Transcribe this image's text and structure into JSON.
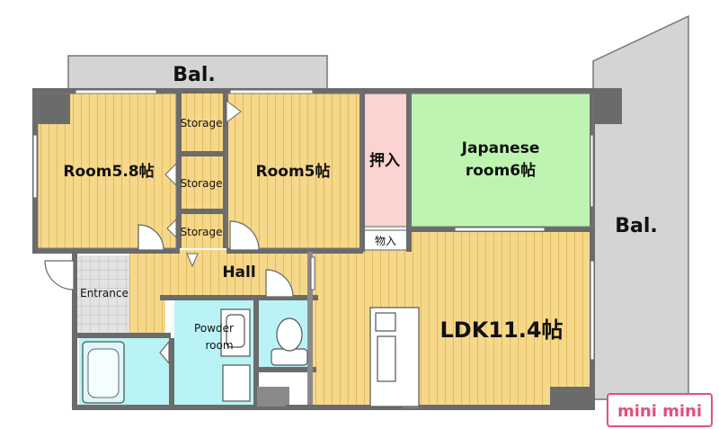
{
  "balcony_top": "Bal.",
  "balcony_right": "Bal.",
  "rooms": {
    "room_a": "Room5.8帖",
    "room_b": "Room5帖",
    "japanese_line1": "Japanese",
    "japanese_line2": "room6帖",
    "ldk": "LDK11.4帖",
    "hall": "Hall",
    "entrance": "Entrance",
    "powder_line1": "Powder",
    "powder_line2": "room"
  },
  "storage": {
    "top": "Storage",
    "middle": "Storage",
    "bottom": "Storage",
    "oshiire": "押入",
    "closet_small": "物入"
  },
  "logo_text": "mini mini",
  "colors": {
    "wood_floor": "#F6D88A",
    "tatami": "#BDF5B0",
    "storage_pink": "#FBD3D1",
    "wet_area": "#B9F3F5",
    "balcony": "#D4D4D4",
    "wall": "#6B6B6B",
    "entrance_tile": "#E0E0E0",
    "logo": "#E0517A"
  }
}
